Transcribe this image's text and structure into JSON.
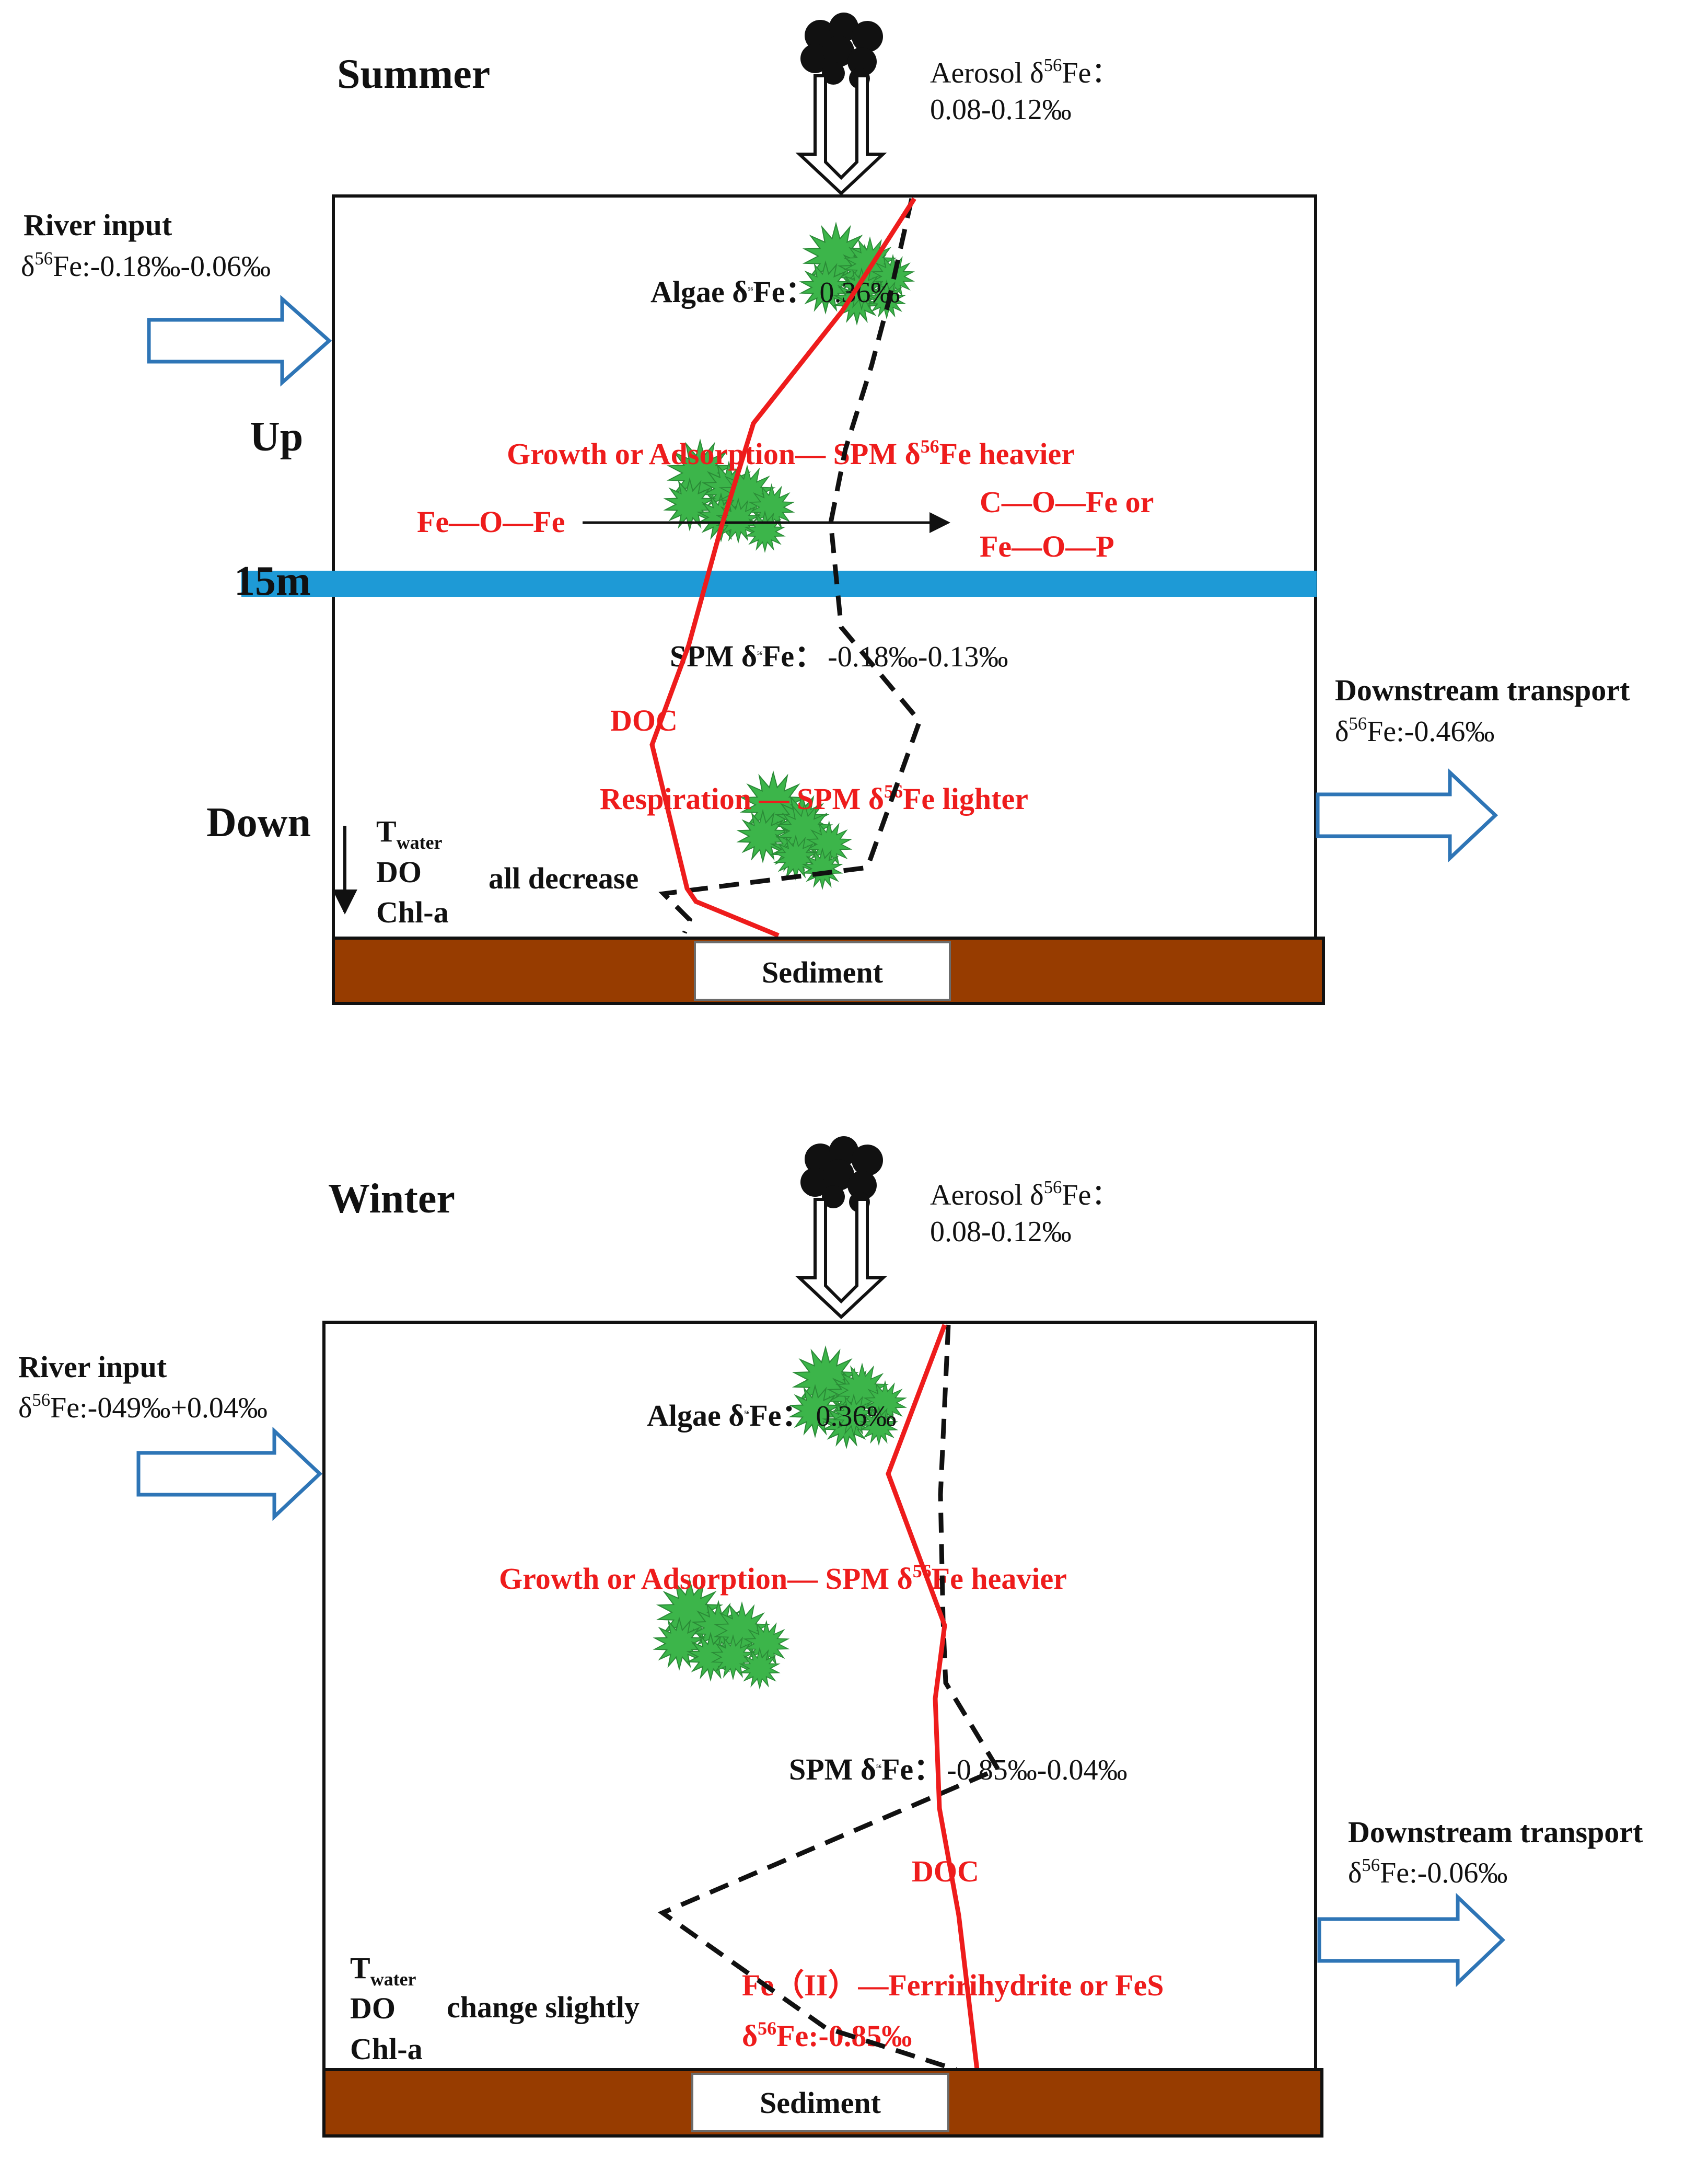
{
  "colors": {
    "red_line": "#ee1c1c",
    "black_dashed": "#111111",
    "arrow_blue": "#2e75b6",
    "band_blue": "#1e9ad6",
    "sediment": "#973c00",
    "algae": "#3cb54a"
  },
  "icons": {
    "aerosol": "cloud-cluster-icon",
    "algae": "algae-cluster-icon",
    "inflow": "block-arrow-right-icon",
    "deposition": "block-arrow-down-icon"
  },
  "summer": {
    "title": "Summer",
    "aerosol_label": "Aerosol δ",
    "aerosol_sup": "56",
    "aerosol_suffix": "Fe：",
    "aerosol_value": "0.08-0.12‰",
    "river_title": "River input",
    "river_delta": "δ",
    "river_sup": "56",
    "river_value": "Fe:-0.18‰-0.06‰",
    "algae_label": "Algae δ",
    "algae_sup": "56",
    "algae_suffix": "Fe：",
    "algae_value": "0.36‰",
    "up": "Up",
    "down": "Down",
    "depth": "15m",
    "growth": "Growth or  Adsorption— SPM  δ",
    "growth_sup": "56",
    "growth_suffix": "Fe heavier",
    "feofe": "Fe—O—Fe",
    "cofe": "C—O—Fe or",
    "feop": "Fe—O—P",
    "spm_label": "SPM  δ",
    "spm_sup": "56",
    "spm_suffix": "Fe：",
    "spm_value": "-0.18‰-0.13‰",
    "doc": "DOC",
    "respiration": "Respiration — SPM δ",
    "respiration_sup": "56",
    "respiration_suffix": "Fe lighter",
    "t_main": "T",
    "t_sub": "water",
    "do": "DO",
    "chl": "Chl-a",
    "decrease": "all decrease",
    "sediment": "Sediment",
    "downstream_title": "Downstream transport",
    "downstream_delta": "δ",
    "downstream_sup": "56",
    "downstream_value": "Fe:-0.46‰"
  },
  "winter": {
    "title": "Winter",
    "aerosol_label": "Aerosol δ",
    "aerosol_sup": "56",
    "aerosol_suffix": "Fe：",
    "aerosol_value": "0.08-0.12‰",
    "river_title": "River input",
    "river_delta": "δ",
    "river_sup": "56",
    "river_value": "Fe:-049‰+0.04‰",
    "algae_label": "Algae δ",
    "algae_sup": "56",
    "algae_suffix": "Fe：",
    "algae_value": "0.36‰",
    "growth": "Growth or  Adsorption— SPM  δ",
    "growth_sup": "56",
    "growth_suffix": "Fe heavier",
    "spm_label": "SPM δ",
    "spm_sup": "56",
    "spm_suffix": "Fe：",
    "spm_value": "-0.85‰-0.04‰",
    "doc": "DOC",
    "fe2": "Fe（II）—Ferririhydrite or FeS",
    "fe2_delta": "δ",
    "fe2_sup": "56",
    "fe2_value": "Fe:-0.85‰",
    "t_main": "T",
    "t_sub": "water",
    "do": "DO",
    "change": "change slightly",
    "chl": "Chl-a",
    "sediment": "Sediment",
    "downstream_title": "Downstream transport",
    "downstream_delta": "δ",
    "downstream_sup": "56",
    "downstream_value": "Fe:-0.06‰"
  }
}
